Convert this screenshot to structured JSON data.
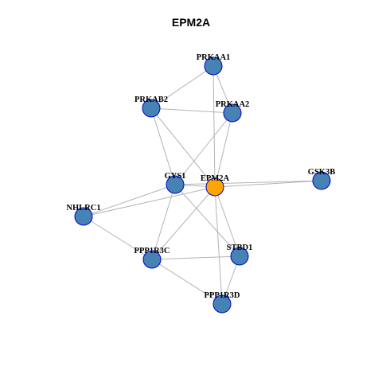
{
  "title": "EPM2A",
  "colors": {
    "hub": "#ffa500",
    "node": "#4682b4",
    "node_border": "#0000cd",
    "edge": "#b3b3b3"
  },
  "nodes": [
    {
      "id": "PRKAA1",
      "label": "PRKAA1",
      "hub": false
    },
    {
      "id": "PRKAB2",
      "label": "PRKAB2",
      "hub": false
    },
    {
      "id": "PRKAA2",
      "label": "PRKAA2",
      "hub": false
    },
    {
      "id": "GYS1",
      "label": "GYS1",
      "hub": false
    },
    {
      "id": "EPM2A",
      "label": "EPM2A",
      "hub": true
    },
    {
      "id": "GSK3B",
      "label": "GSK3B",
      "hub": false
    },
    {
      "id": "NHLRC1",
      "label": "NHLRC1",
      "hub": false
    },
    {
      "id": "PPP1R3C",
      "label": "PPP1R3C",
      "hub": false
    },
    {
      "id": "STBD1",
      "label": "STBD1",
      "hub": false
    },
    {
      "id": "PPP1R3D",
      "label": "PPP1R3D",
      "hub": false
    }
  ],
  "edges": [
    [
      "PRKAA1",
      "PRKAB2"
    ],
    [
      "PRKAA1",
      "PRKAA2"
    ],
    [
      "PRKAA1",
      "EPM2A"
    ],
    [
      "PRKAB2",
      "PRKAA2"
    ],
    [
      "PRKAB2",
      "GYS1"
    ],
    [
      "PRKAB2",
      "EPM2A"
    ],
    [
      "PRKAA2",
      "GYS1"
    ],
    [
      "PRKAA2",
      "EPM2A"
    ],
    [
      "GYS1",
      "EPM2A"
    ],
    [
      "GYS1",
      "GSK3B"
    ],
    [
      "GYS1",
      "NHLRC1"
    ],
    [
      "GYS1",
      "PPP1R3C"
    ],
    [
      "GYS1",
      "STBD1"
    ],
    [
      "EPM2A",
      "GSK3B"
    ],
    [
      "EPM2A",
      "NHLRC1"
    ],
    [
      "EPM2A",
      "PPP1R3C"
    ],
    [
      "EPM2A",
      "STBD1"
    ],
    [
      "EPM2A",
      "PPP1R3D"
    ],
    [
      "NHLRC1",
      "PPP1R3C"
    ],
    [
      "PPP1R3C",
      "STBD1"
    ],
    [
      "PPP1R3C",
      "PPP1R3D"
    ],
    [
      "STBD1",
      "PPP1R3D"
    ]
  ]
}
